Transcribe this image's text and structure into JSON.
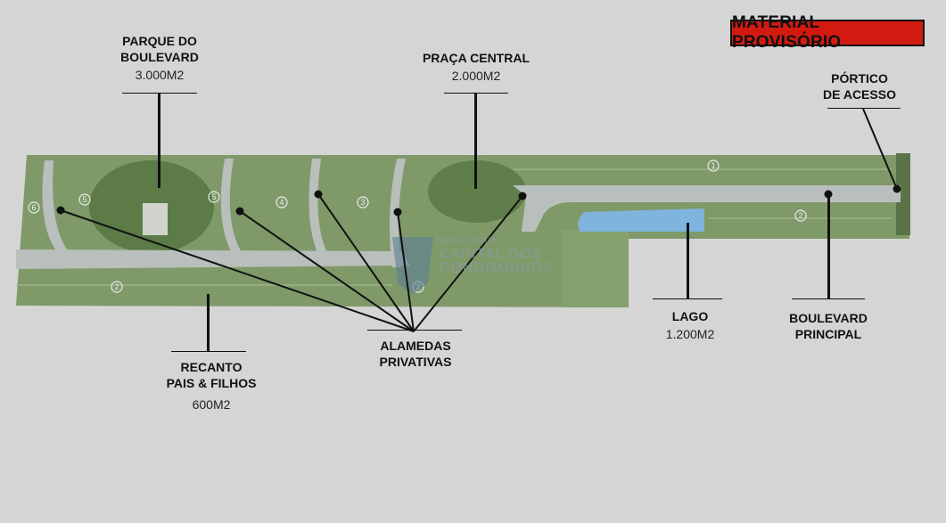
{
  "badge": "MATERIAL PROVISÓRIO",
  "labels": {
    "parque": {
      "line1": "PARQUE DO",
      "line2": "BOULEVARD",
      "area": "3.000M2"
    },
    "praca": {
      "line1": "PRAÇA CENTRAL",
      "area": "2.000M2"
    },
    "portico": {
      "line1": "PÓRTICO",
      "line2": "DE ACESSO"
    },
    "recanto": {
      "line1": "RECANTO",
      "line2": "PAIS & FILHOS",
      "area": "600M2"
    },
    "alamedas": {
      "line1": "ALAMEDAS",
      "line2": "PRIVATIVAS"
    },
    "lago": {
      "line1": "LAGO",
      "area": "1.200M2"
    },
    "boulevard": {
      "line1": "BOULEVARD",
      "line2": "PRINCIPAL"
    }
  },
  "block_numbers": [
    "1",
    "2",
    "2",
    "2",
    "3",
    "4",
    "5",
    "5",
    "6"
  ],
  "watermark": {
    "line1": "IMOBILIÁRIA",
    "line2": "CAPITAL DOS",
    "line3": "CONDOMÍNIOS"
  },
  "colors": {
    "badge_bg": "#d21a10",
    "grass": "#7f9a68",
    "road": "#b9bfbc",
    "lake": "#7fb4df",
    "background": "#d5d5d5"
  }
}
